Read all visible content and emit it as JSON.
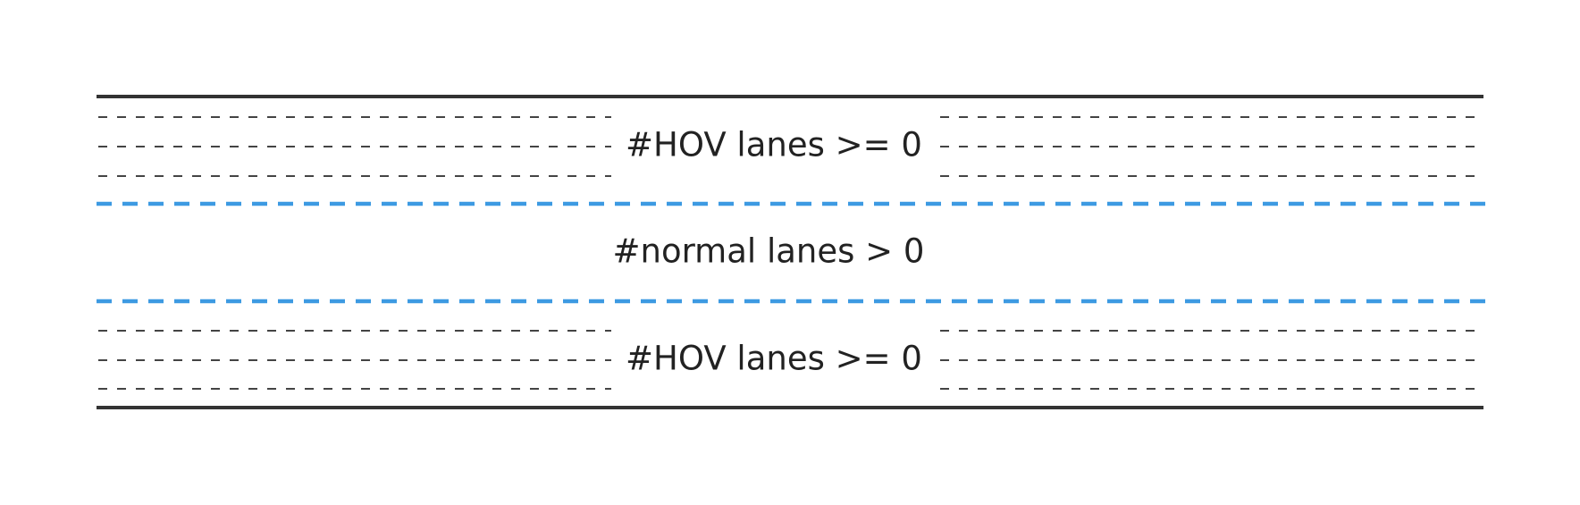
{
  "diagram": {
    "top_zone": {
      "label": "#HOV lanes >= 0"
    },
    "middle_zone": {
      "label": "#normal lanes > 0"
    },
    "bottom_zone": {
      "label": "#HOV lanes >= 0"
    }
  },
  "colors": {
    "border": "#333333",
    "separator": "#3d9ae2",
    "hov_dash": "#444444",
    "text": "#222222",
    "background": "#ffffff"
  }
}
